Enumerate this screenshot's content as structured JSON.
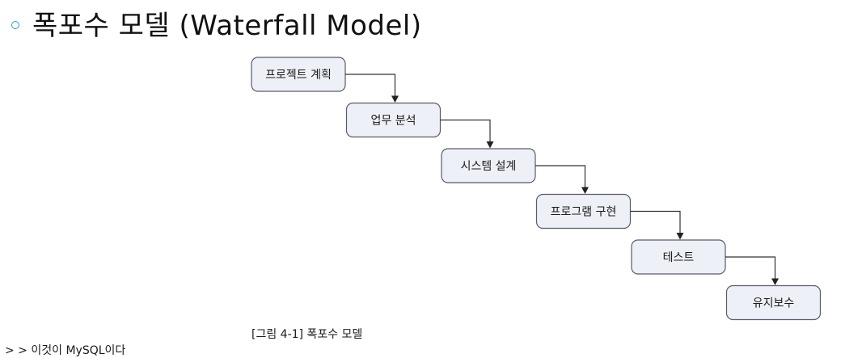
{
  "title": "폭포수 모델 (Waterfall Model)",
  "steps": [
    {
      "label": "프로젝트 계획"
    },
    {
      "label": "업무 분석"
    },
    {
      "label": "시스템 설계"
    },
    {
      "label": "프로그램 구현"
    },
    {
      "label": "테스트"
    },
    {
      "label": "유지보수"
    }
  ],
  "caption": "[그림 4-1] 폭포수 모델",
  "footer": "> > 이것이 MySQL이다",
  "colors": {
    "bullet": "#2a9bd6",
    "box_fill": "#eef0f7",
    "box_border": "#5a5a6a",
    "arrow": "#333333"
  }
}
